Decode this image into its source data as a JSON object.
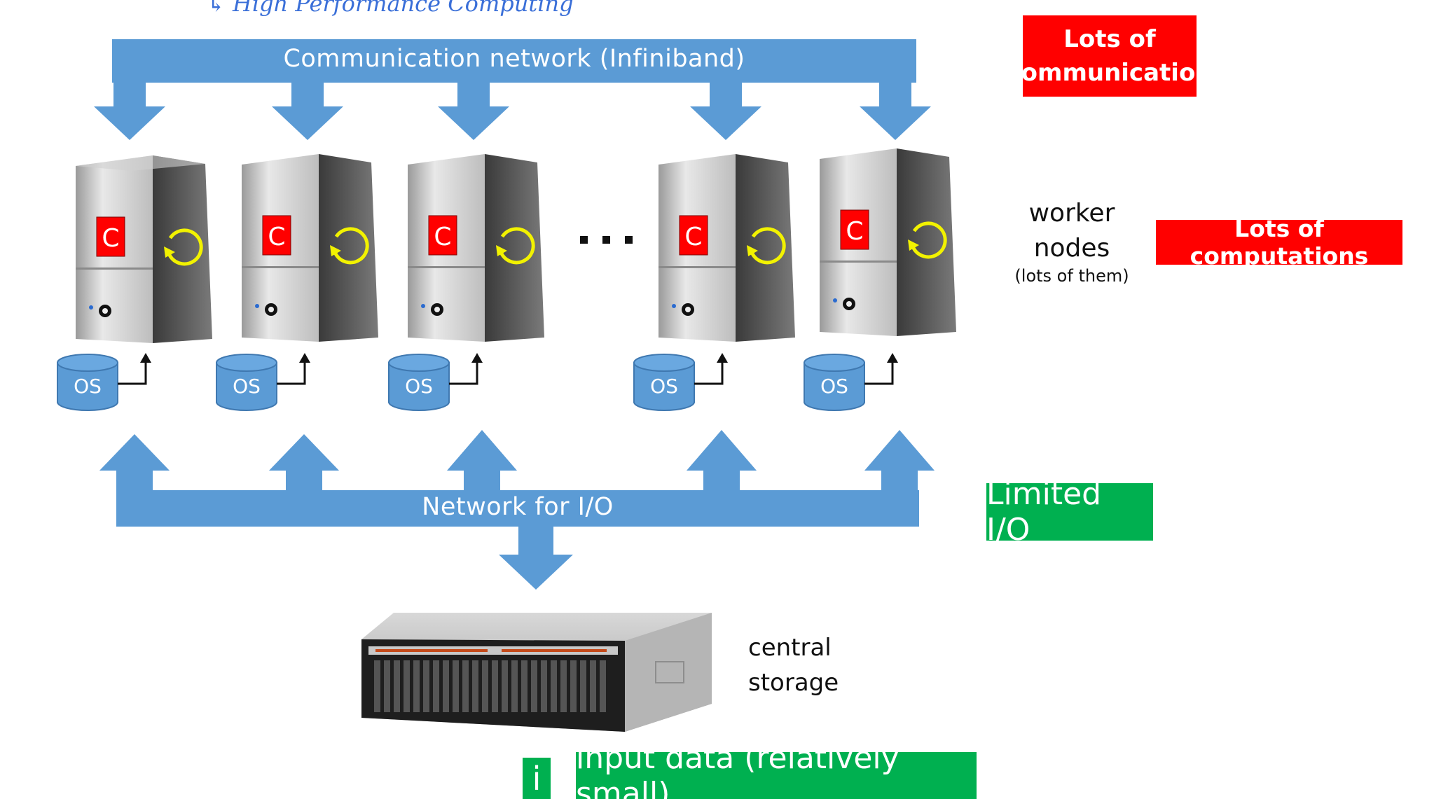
{
  "diagram": {
    "handwritten_note": "↳ High Performance Computing",
    "comm_network_label": "Communication network (Infiniband)",
    "io_network_label": "Network for I/O",
    "worker_label_line1": "worker",
    "worker_label_line2": "nodes",
    "worker_label_sub": "(lots of them)",
    "ellipsis": "...",
    "storage_label_line1": "central",
    "storage_label_line2": "storage",
    "cpu_badge": "C",
    "os_label": "OS",
    "node_count": 5,
    "annotations": {
      "comm_line1": "Lots of",
      "comm_line2": "communication",
      "computations": "Lots of computations",
      "io": "Limited I/O",
      "input_badge": "i",
      "input": "input data (relatively small)"
    },
    "colors": {
      "network": "#5b9bd5",
      "red": "#ff0000",
      "green": "#00b050",
      "os_disk": "#5b9bd5"
    }
  }
}
